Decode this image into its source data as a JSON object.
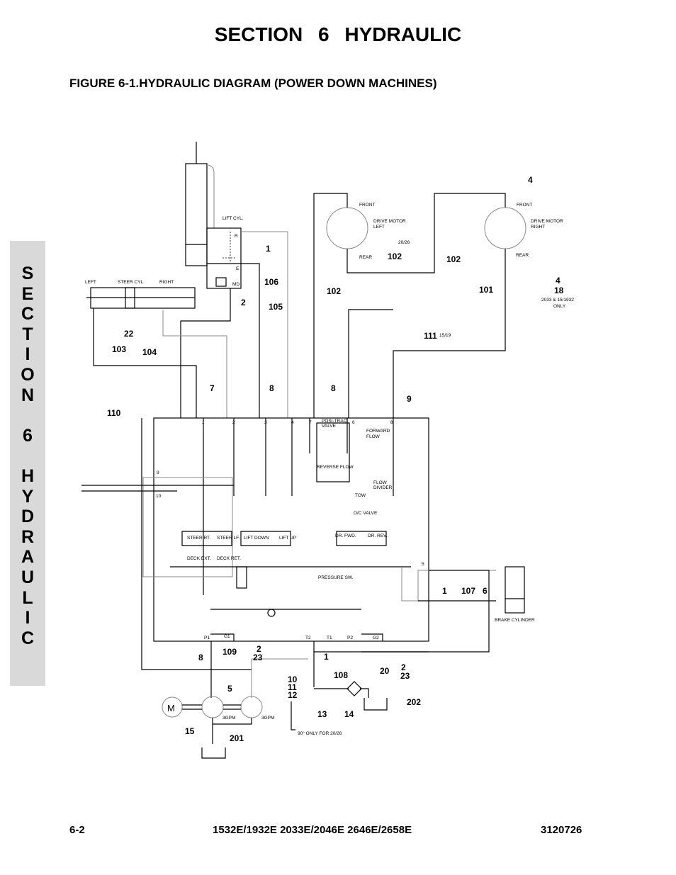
{
  "header": {
    "section_title": "SECTION 6    HYDRAULIC",
    "figure_title": "FIGURE 6-1.HYDRAULIC DIAGRAM (POWER DOWN MACHINES)"
  },
  "side_tab": {
    "letters": [
      "S",
      "E",
      "C",
      "T",
      "I",
      "O",
      "N",
      "",
      "6",
      "",
      "H",
      "Y",
      "D",
      "R",
      "A",
      "U",
      "L",
      "I",
      "C"
    ]
  },
  "footer": {
    "page": "6-2",
    "models": "1532E/1932E 2033E/2046E 2646E/2658E",
    "doc_number": "3120726"
  },
  "diagram": {
    "component_labels": {
      "lift_cyl": "LIFT CYL.",
      "r": "R",
      "e": "E",
      "md": "MD",
      "steer_left": "LEFT",
      "steer_cyl": "STEER CYL.",
      "steer_right": "RIGHT",
      "front_l": "FRONT",
      "drive_left": "DRIVE MOTOR",
      "drive_left2": "LEFT",
      "rear_l": "REAR",
      "note_2026": "20/26",
      "front_r": "FRONT",
      "drive_right": "DRIVE MOTOR",
      "drive_right2": "RIGHT",
      "rear_r": "REAR",
      "note_2033": "2033 & 15/1932",
      "note_only": "ONLY",
      "note_1519": "15/19",
      "port1": "1",
      "port2": "2",
      "port3": "3",
      "port4": "4",
      "port7": "7",
      "port6": "6",
      "port8": "8",
      "port9": "9",
      "port10": "10",
      "port5": "5",
      "positrac": "POSI-TRAC",
      "positrac2": "VALVE",
      "forward_flow": "FORWARD",
      "forward_flow2": "FLOW",
      "reverse_flow": "REVERSE FLOW",
      "flow_divider": "FLOW",
      "flow_divider2": "DIVIDER",
      "tow": "TOW",
      "oc_valve": "O/C VALVE",
      "steer_rt": "STEER RT.",
      "steer_lf": "STEER LF.",
      "lift_down": "LIFT DOWN",
      "lift_up": "LIFT UP",
      "dr_fwd": "DR. FWD.",
      "dr_rev": "DR. REV.",
      "deck_ext": "DECK EXT.",
      "deck_ret": "DECK RET.",
      "pressure_sw": "PRESSURE SW.",
      "p1": "P1",
      "g1": "G1",
      "t2": "T2",
      "t1": "T1",
      "p2": "P2",
      "g2": "G2",
      "brake_cyl": "BRAKE CYLINDER",
      "motor": "M",
      "gpm1": "3GPM",
      "gpm2": "3GPM",
      "note_90": "90° ONLY FOR 20/26"
    },
    "callouts": [
      "1",
      "2",
      "106",
      "105",
      "22",
      "103",
      "104",
      "102",
      "102",
      "102",
      "101",
      "4",
      "4",
      "18",
      "111",
      "110",
      "7",
      "8",
      "8",
      "9",
      "1",
      "107",
      "6",
      "8",
      "109",
      "2",
      "23",
      "1",
      "20",
      "2",
      "23",
      "10",
      "11",
      "12",
      "108",
      "13",
      "14",
      "202",
      "5",
      "15",
      "201"
    ]
  }
}
